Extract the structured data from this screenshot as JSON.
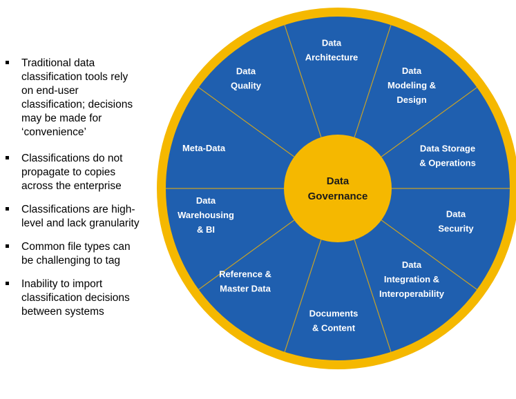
{
  "bullets": [
    {
      "text": "Traditional data\nclassification tools rely\non end-user\nclassification; decisions\nmay be made for\n‘convenience’"
    },
    {
      "text": "Classifications do not\npropagate to copies\nacross the enterprise"
    },
    {
      "text": "Classifications are high-\nlevel and lack granularity"
    },
    {
      "text": "Common file types can\nbe challenging to tag"
    },
    {
      "text": "Inability to import\nclassification decisions\nbetween systems"
    }
  ],
  "wheel": {
    "center": [
      "Data",
      "Governance"
    ],
    "segments": [
      {
        "lines": [
          "Data",
          "Architecture"
        ]
      },
      {
        "lines": [
          "Data",
          "Modeling &",
          "Design"
        ]
      },
      {
        "lines": [
          "Data Storage",
          "& Operations"
        ]
      },
      {
        "lines": [
          "Data",
          "Security"
        ]
      },
      {
        "lines": [
          "Data",
          "Integration &",
          "Interoperability"
        ]
      },
      {
        "lines": [
          "Documents",
          "& Content"
        ]
      },
      {
        "lines": [
          "Reference &",
          "Master Data"
        ]
      },
      {
        "lines": [
          "Data",
          "Warehousing",
          "& BI"
        ]
      },
      {
        "lines": [
          "Meta-Data"
        ]
      },
      {
        "lines": [
          "Data",
          "Quality"
        ]
      }
    ]
  },
  "colors": {
    "ring": "#F5B800",
    "segment": "#1F5FAF",
    "divider": "#C9A227",
    "hub": "#F5B800",
    "label": "#ffffff"
  }
}
